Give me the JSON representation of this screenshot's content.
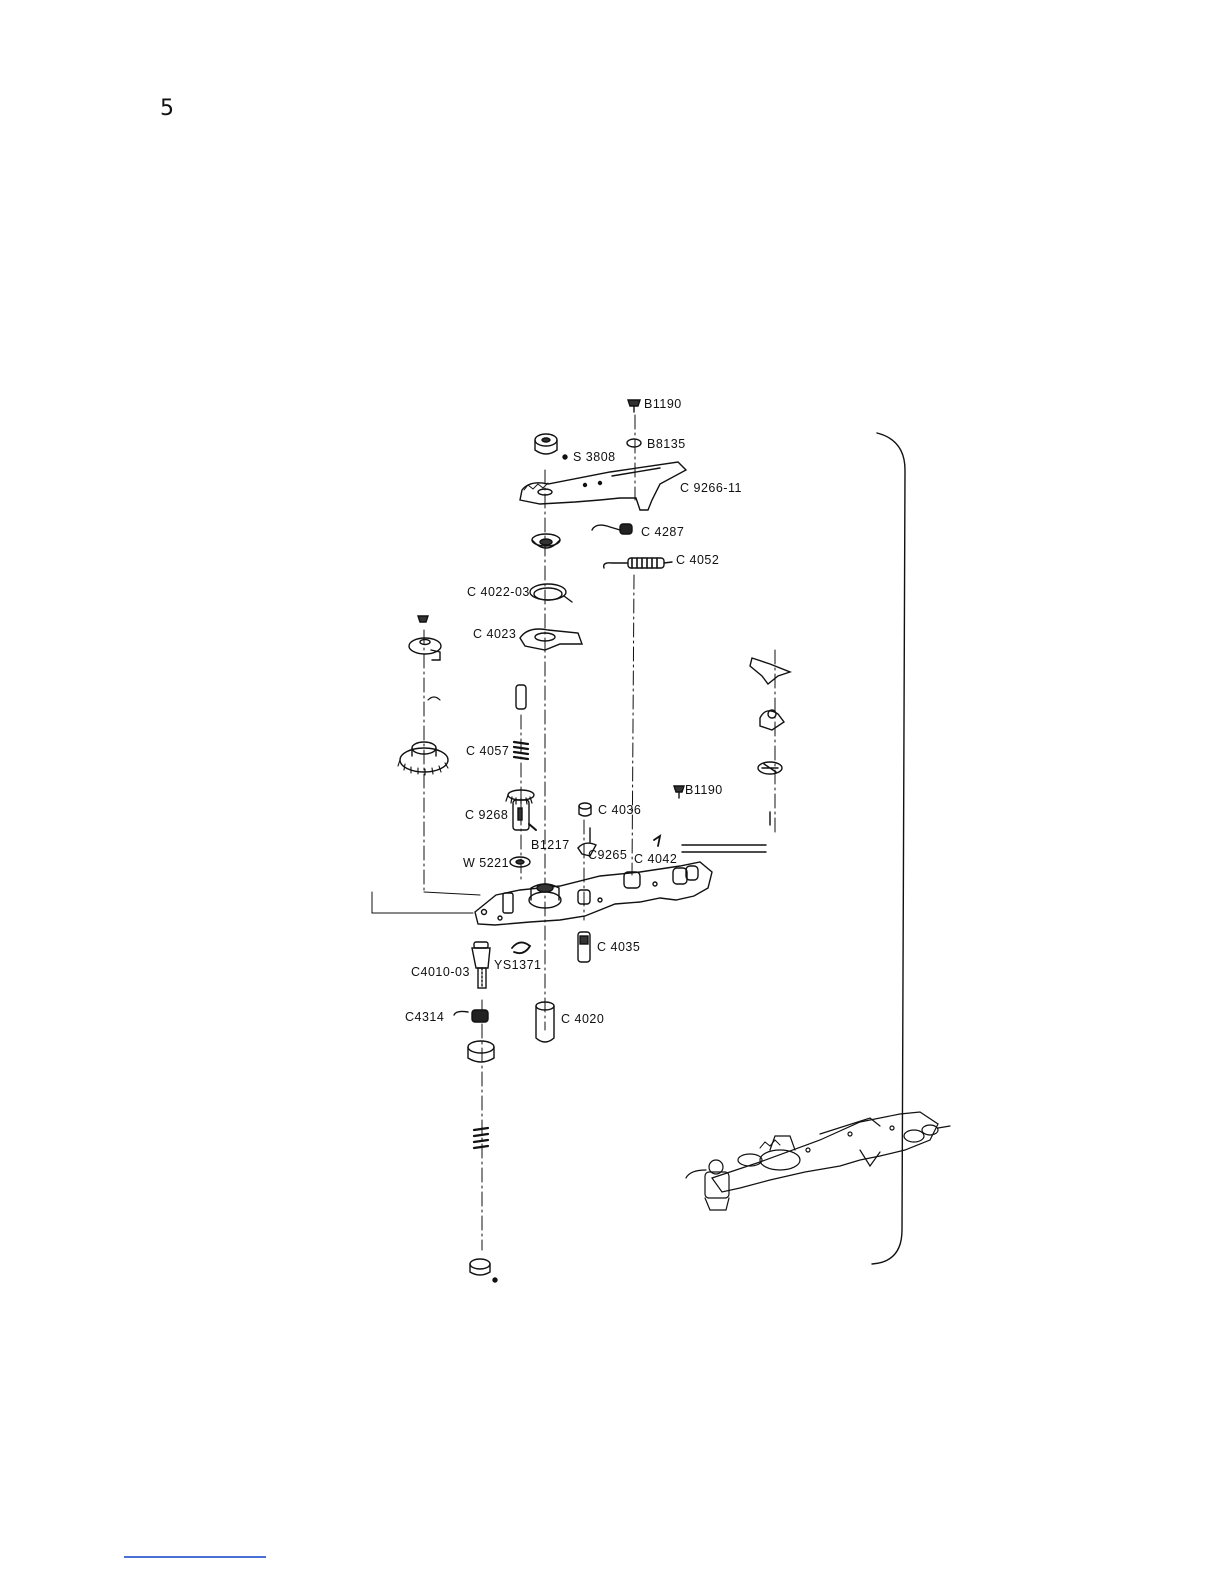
{
  "page_number": "5",
  "parts": [
    {
      "id": "b1190-top",
      "label": "B1190"
    },
    {
      "id": "b8135",
      "label": "B8135"
    },
    {
      "id": "s3808",
      "label": "S 3808"
    },
    {
      "id": "c9266-11",
      "label": "C 9266-11"
    },
    {
      "id": "c4287",
      "label": "C 4287"
    },
    {
      "id": "c4052",
      "label": "C 4052"
    },
    {
      "id": "c4022-03",
      "label": "C 4022-03"
    },
    {
      "id": "c4023",
      "label": "C 4023"
    },
    {
      "id": "c4057",
      "label": "C 4057"
    },
    {
      "id": "b1190-mid",
      "label": "B1190"
    },
    {
      "id": "c9268",
      "label": "C 9268"
    },
    {
      "id": "c4036",
      "label": "C 4036"
    },
    {
      "id": "b1217",
      "label": "B1217"
    },
    {
      "id": "c9265",
      "label": "C9265"
    },
    {
      "id": "c4042",
      "label": "C 4042"
    },
    {
      "id": "w5221",
      "label": "W 5221"
    },
    {
      "id": "c4035",
      "label": "C 4035"
    },
    {
      "id": "ys1371",
      "label": "YS1371"
    },
    {
      "id": "c4010-03",
      "label": "C4010-03"
    },
    {
      "id": "c4314",
      "label": "C4314"
    },
    {
      "id": "c4020",
      "label": "C 4020"
    }
  ]
}
